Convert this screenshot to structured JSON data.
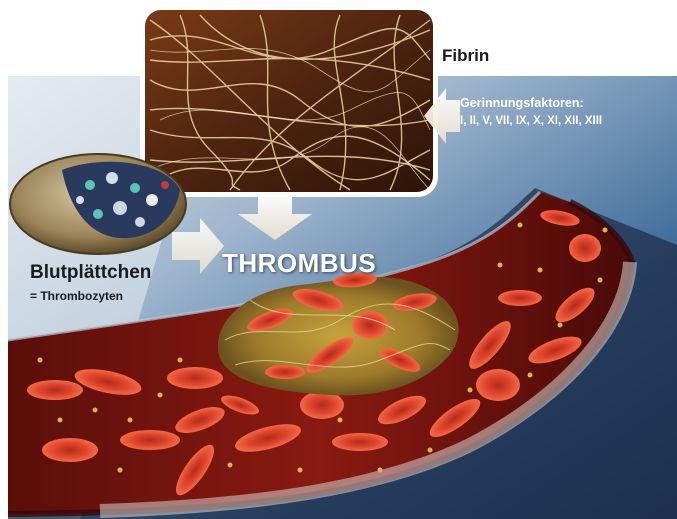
{
  "labels": {
    "fibrin": "Fibrin",
    "factors_title": "Gerinnungsfaktoren:",
    "factors_list": "I, II, V, VII, IX, X, XI, XII, XIII",
    "thrombus": "THROMBUS",
    "platelet": "Blutplättchen",
    "platelet_sub": "= Thrombozyten"
  },
  "colors": {
    "blue_backdrop": "#2f5f92",
    "vessel_wall": "#6a1a14",
    "blood": "#7a1610",
    "red_cell": "#d8422c",
    "fibrin_strand": "#e4cf9c",
    "fibrin_background": "#5a2810",
    "platelet": "#d6b74a",
    "arrow": "#f4efe2"
  }
}
